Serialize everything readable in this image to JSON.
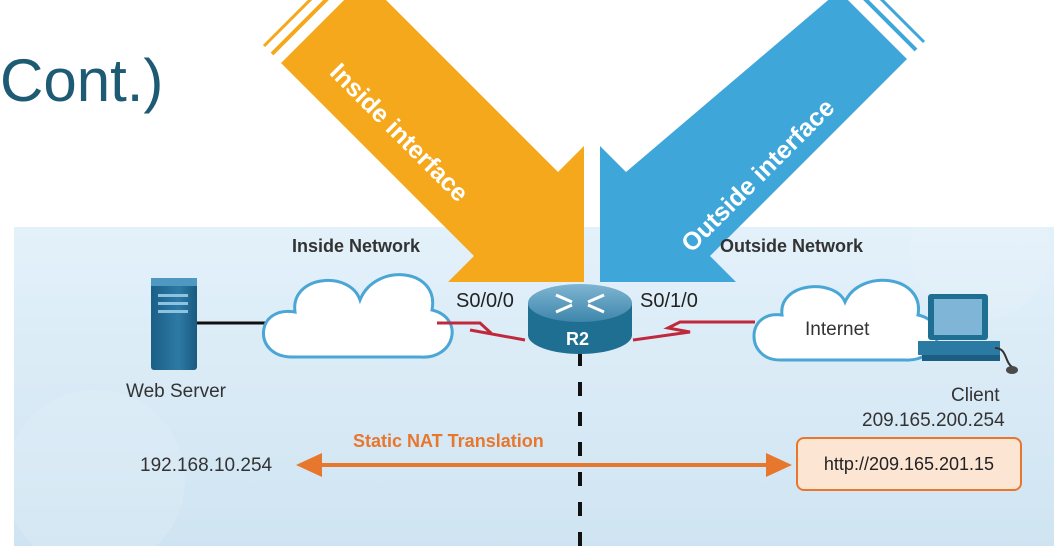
{
  "slide": {
    "title": "Cont.)"
  },
  "diagram": {
    "inside_network_label": "Inside Network",
    "outside_network_label": "Outside Network",
    "router_label": "R2",
    "inside_interface_port": "S0/0/0",
    "outside_interface_port": "S0/1/0",
    "web_server_label": "Web Server",
    "internet_label": "Internet",
    "client_label": "Client",
    "client_ip": "209.165.200.254",
    "inside_local_ip": "192.168.10.254",
    "translation_label": "Static NAT Translation",
    "outside_url": "http://209.165.201.15",
    "inside_arrow_label": "Inside interface",
    "outside_arrow_label": "Outside interface"
  },
  "colors": {
    "title": "#1d5a73",
    "inside_arrow": "#f5a81c",
    "outside_arrow": "#3ea6d8",
    "translation": "#e8772e",
    "serial_link": "#c0283c",
    "router": "#1f6f93"
  }
}
